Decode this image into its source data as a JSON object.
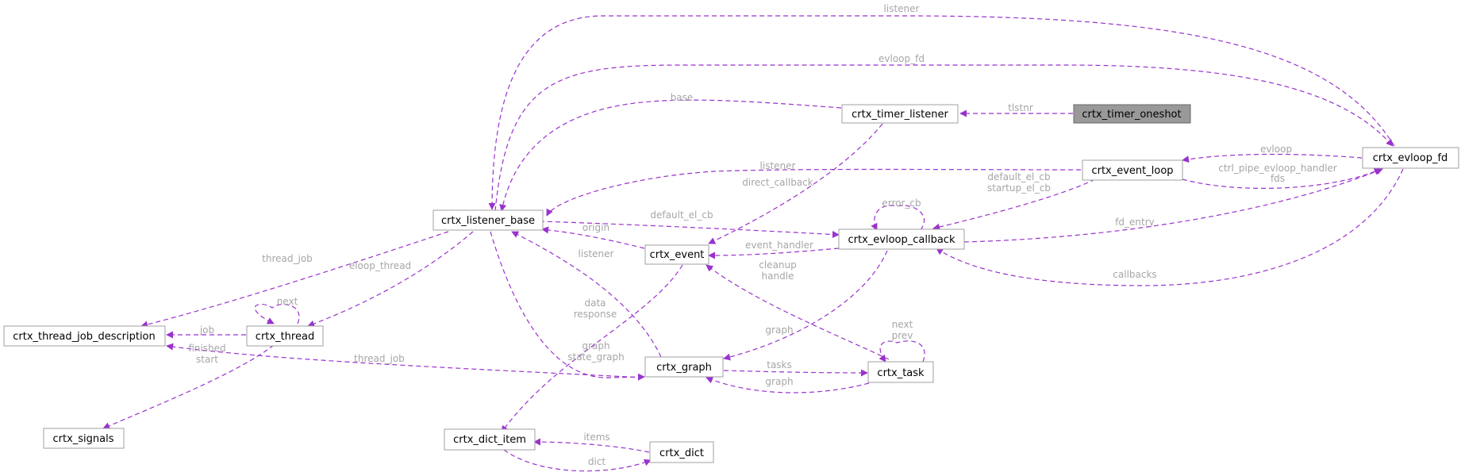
{
  "diagram": {
    "nodes": {
      "timer_oneshot": "crtx_timer_oneshot",
      "timer_listener": "crtx_timer_listener",
      "listener_base": "crtx_listener_base",
      "event_loop": "crtx_event_loop",
      "evloop_fd": "crtx_evloop_fd",
      "evloop_callback": "crtx_evloop_callback",
      "event": "crtx_event",
      "thread_job_description": "crtx_thread_job_description",
      "thread": "crtx_thread",
      "signals": "crtx_signals",
      "graph": "crtx_graph",
      "task": "crtx_task",
      "dict_item": "crtx_dict_item",
      "dict": "crtx_dict"
    },
    "edge_labels": {
      "listener_top": "listener",
      "evloop_fd_top": "evloop_fd",
      "base": "base",
      "tlstnr": "tlstnr",
      "evloop": "evloop",
      "ctrl_pipe": "ctrl_pipe_evloop_handler",
      "fds": "fds",
      "listener_mid": "listener",
      "direct_callback": "direct_callback",
      "default_el_cb_2": "default_el_cb",
      "startup_el_cb": "startup_el_cb",
      "error_cb": "error_cb",
      "default_el_cb": "default_el_cb",
      "fd_entry": "fd_entry",
      "origin": "origin",
      "event_handler": "event_handler",
      "callbacks": "callbacks",
      "thread_job": "thread_job",
      "eloop_thread": "eloop_thread",
      "listener_low": "listener",
      "cleanup": "cleanup",
      "handle": "handle",
      "next_thread": "next",
      "job": "job",
      "finished": "finished",
      "start": "start",
      "data": "data",
      "response": "response",
      "graph_a": "graph",
      "next_task": "next",
      "prev_task": "prev",
      "thread_job_2": "thread_job",
      "graph_b": "graph",
      "state_graph": "state_graph",
      "tasks": "tasks",
      "graph_c": "graph",
      "items": "items",
      "dict_lbl": "dict"
    },
    "colors": {
      "edge": "#9a32cd",
      "edge_label": "#a6a6a6",
      "node_border": "#a0a0a0",
      "focus_fill": "#999999"
    }
  }
}
